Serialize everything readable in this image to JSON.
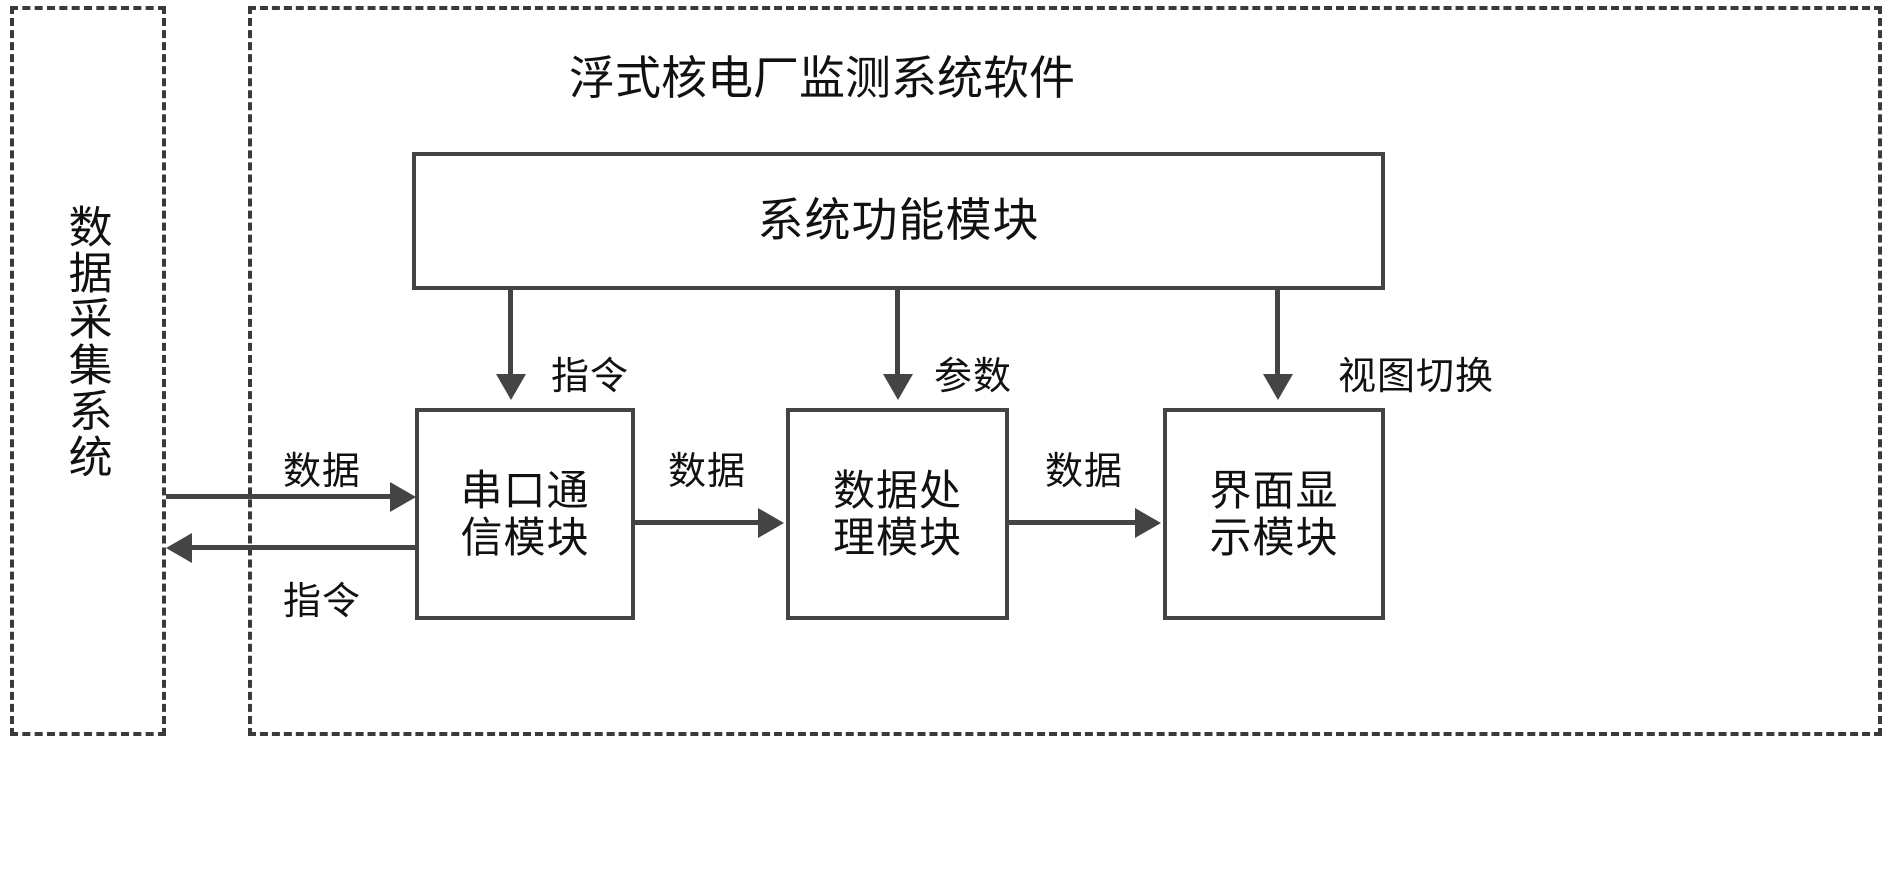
{
  "diagram": {
    "title": "浮式核电厂监测系统软件",
    "external_system": {
      "label": "数据采集系统"
    },
    "function_module": {
      "label": "系统功能模块"
    },
    "modules": [
      {
        "id": "serial",
        "label_line1": "串口通",
        "label_line2": "信模块",
        "full": "串口通信模块"
      },
      {
        "id": "process",
        "label_line1": "数据处",
        "label_line2": "理模块",
        "full": "数据处理模块"
      },
      {
        "id": "display",
        "label_line1": "界面显",
        "label_line2": "示模块",
        "full": "界面显示模块"
      }
    ],
    "control_labels": {
      "command": "指令",
      "parameter": "参数",
      "view_switch": "视图切换"
    },
    "flow_labels": {
      "data_in": "数据",
      "command_out": "指令",
      "data_1_to_2": "数据",
      "data_2_to_3": "数据"
    },
    "colors": {
      "line": "#444444",
      "dashed_border": "#3a3a3a",
      "background": "#ffffff",
      "text": "#111111"
    }
  }
}
